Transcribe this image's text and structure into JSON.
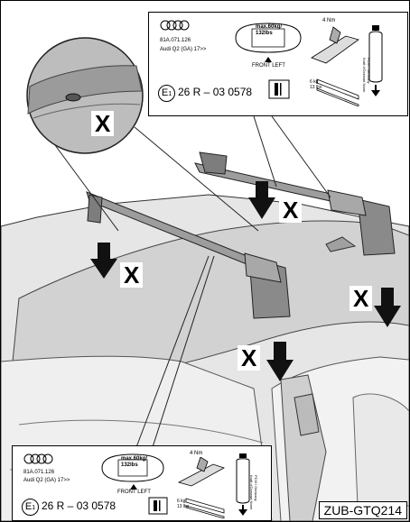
{
  "diagram": {
    "code": "ZUB-GTQ214",
    "marker": "X",
    "stickers": [
      {
        "id": "top",
        "part_number": "81A.071.126",
        "model": "Audi Q2 (GA) 17>>",
        "load": "max.60kg/\n132lbs",
        "position": "FRONT LEFT",
        "ece": "E",
        "ece_number": "1",
        "approval": "26 R  – 03 0578",
        "torque": "4 Nm",
        "weight": "6 kg\n13 lbs",
        "rotated": "PCM / Germany\nKraft d'Ocewart Norm"
      },
      {
        "id": "bottom",
        "part_number": "81A.071.126",
        "model": "Audi Q2 (GA) 17>>",
        "load": "max.60kg/\n132lbs",
        "position": "FRONT LEFT",
        "ece": "E",
        "ece_number": "1",
        "approval": "26 R  – 03 0578",
        "torque": "4 Nm",
        "weight": "6 kg\n13 lbs",
        "rotated": "PCM / Germany\nKraft d'Ocewart Norm"
      }
    ]
  }
}
